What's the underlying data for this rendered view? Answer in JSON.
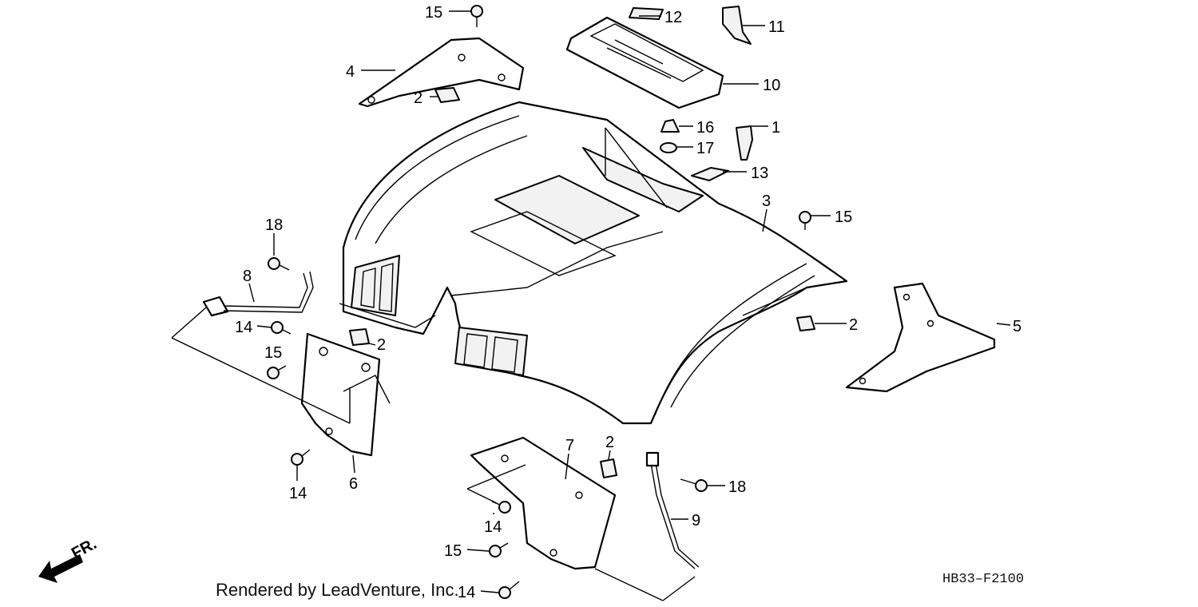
{
  "diagram": {
    "callouts": [
      {
        "id": "c15a",
        "label": "15"
      },
      {
        "id": "c12",
        "label": "12"
      },
      {
        "id": "c11",
        "label": "11"
      },
      {
        "id": "c4",
        "label": "4"
      },
      {
        "id": "c2a",
        "label": "2"
      },
      {
        "id": "c10",
        "label": "10"
      },
      {
        "id": "c16",
        "label": "16"
      },
      {
        "id": "c1",
        "label": "1"
      },
      {
        "id": "c17",
        "label": "17"
      },
      {
        "id": "c13",
        "label": "13"
      },
      {
        "id": "c3",
        "label": "3"
      },
      {
        "id": "c15b",
        "label": "15"
      },
      {
        "id": "c18a",
        "label": "18"
      },
      {
        "id": "c8",
        "label": "8"
      },
      {
        "id": "c14a",
        "label": "14"
      },
      {
        "id": "c2b",
        "label": "2"
      },
      {
        "id": "c15c",
        "label": "15"
      },
      {
        "id": "c2c",
        "label": "2"
      },
      {
        "id": "c5",
        "label": "5"
      },
      {
        "id": "c14b",
        "label": "14"
      },
      {
        "id": "c6",
        "label": "6"
      },
      {
        "id": "c2d",
        "label": "2"
      },
      {
        "id": "c7",
        "label": "7"
      },
      {
        "id": "c18b",
        "label": "18"
      },
      {
        "id": "c14c",
        "label": "14"
      },
      {
        "id": "c9",
        "label": "9"
      },
      {
        "id": "c15d",
        "label": "15"
      },
      {
        "id": "c14d",
        "label": "14"
      }
    ],
    "front_arrow_label": "FR.",
    "credit": "Rendered by LeadVenture, Inc.",
    "diagram_code": "HB33–F2100"
  }
}
